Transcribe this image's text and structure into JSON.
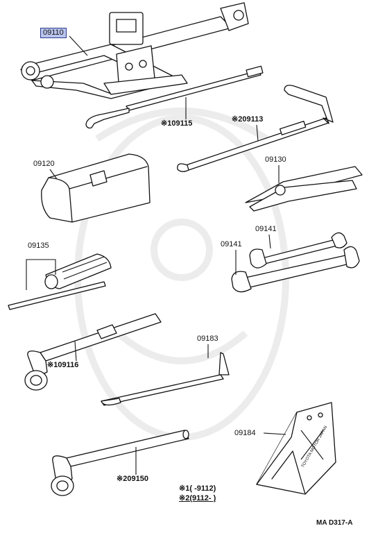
{
  "parts": {
    "jack": "09110",
    "jack_handle": "09115",
    "jack_handle_ext": "09113",
    "tool_bag": "09120",
    "pliers": "09130",
    "wrench_small": "09141",
    "wrench_large": "09141",
    "screwdriver": "09135",
    "wheel_wrench_1": "09116",
    "hook_rod": "09183",
    "wheel_wrench_2": "09150",
    "jack_stand": "09184"
  },
  "marks": {
    "jack_handle": "※1",
    "jack_handle_ext": "※2",
    "wheel_wrench_1": "※1",
    "wheel_wrench_2": "※2"
  },
  "notes": {
    "n1_mark": "※1",
    "n1_text": "(      -9112)",
    "n2_mark": "※2",
    "n2_text": "(9112-         )"
  },
  "stand_text": "TOYOTA MOTOR JAPAN",
  "footer_code": "MA  D317-A",
  "colors": {
    "highlight": "#b9c4ec",
    "line": "#111111"
  }
}
